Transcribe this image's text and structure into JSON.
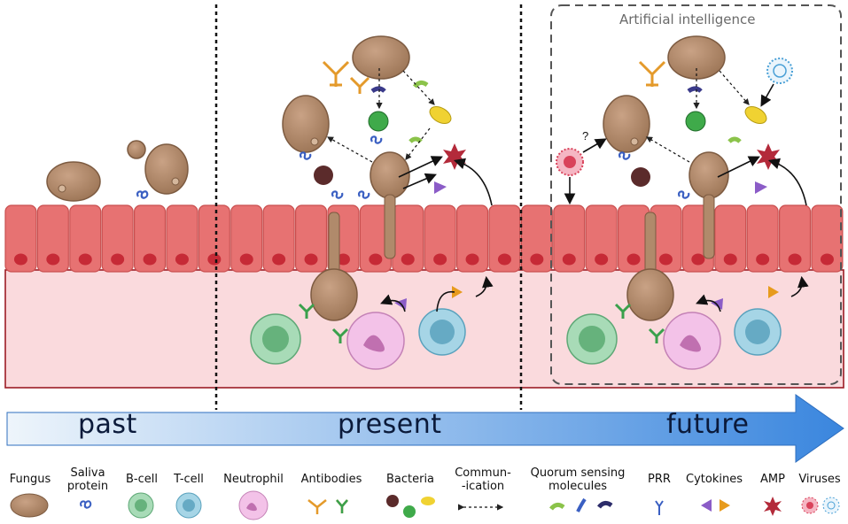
{
  "title_box": {
    "label": "Artificial intelligence"
  },
  "timeline": {
    "eras": [
      {
        "key": "past",
        "label": "past"
      },
      {
        "key": "present",
        "label": "present"
      },
      {
        "key": "future",
        "label": "future"
      }
    ]
  },
  "legend": {
    "items": [
      {
        "key": "fungus",
        "lines": [
          "Fungus"
        ],
        "icon": "fungus-icon"
      },
      {
        "key": "saliva",
        "lines": [
          "Saliva",
          "protein"
        ],
        "icon": "saliva-protein-icon"
      },
      {
        "key": "bcell",
        "lines": [
          "B-cell"
        ],
        "icon": "b-cell-icon"
      },
      {
        "key": "tcell",
        "lines": [
          "T-cell"
        ],
        "icon": "t-cell-icon"
      },
      {
        "key": "neutrophil",
        "lines": [
          "Neutrophil"
        ],
        "icon": "neutrophil-icon"
      },
      {
        "key": "antibodies",
        "lines": [
          "Antibodies"
        ],
        "icon": "antibody-icon"
      },
      {
        "key": "bacteria",
        "lines": [
          "Bacteria"
        ],
        "icon": "bacteria-icon"
      },
      {
        "key": "communication",
        "lines": [
          "Commun-",
          "-ication"
        ],
        "icon": "dashed-arrow-icon"
      },
      {
        "key": "quorum",
        "lines": [
          "Quorum sensing",
          "molecules"
        ],
        "icon": "quorum-molecule-icon"
      },
      {
        "key": "prr",
        "lines": [
          "PRR"
        ],
        "icon": "prr-receptor-icon"
      },
      {
        "key": "cytokines",
        "lines": [
          "Cytokines"
        ],
        "icon": "cytokine-icon"
      },
      {
        "key": "amp",
        "lines": [
          "AMP"
        ],
        "icon": "amp-star-icon"
      },
      {
        "key": "viruses",
        "lines": [
          "Viruses"
        ],
        "icon": "virus-icon"
      }
    ]
  },
  "annotations": {
    "question_mark": "?"
  },
  "colors": {
    "fungus": "#b08a6b",
    "fungus_dark": "#8a6a50",
    "epithelium": "#e77272",
    "epithelium_dark": "#c94f4f",
    "nucleus": "#c62a36",
    "tissue": "#fadadd",
    "tissue_border": "#9c1c25",
    "bcell": "#79c08f",
    "tcell": "#7fbcd4",
    "neutrophil": "#e8a6d9",
    "antibody_orange": "#e49a2b",
    "antibody_green": "#3aa04c",
    "bacteria_brown": "#5b2b2b",
    "bacteria_green": "#3faa4a",
    "bacteria_yellow": "#f0d232",
    "saliva": "#3a5fc2",
    "cytokine_purple": "#8b5cc7",
    "cytokine_orange": "#e79b1d",
    "amp": "#b32a3a",
    "virus_red": "#d9425a",
    "virus_blue": "#4aa0d6",
    "arrow_start": "#e9f3fb",
    "arrow_end": "#3d8be0"
  }
}
